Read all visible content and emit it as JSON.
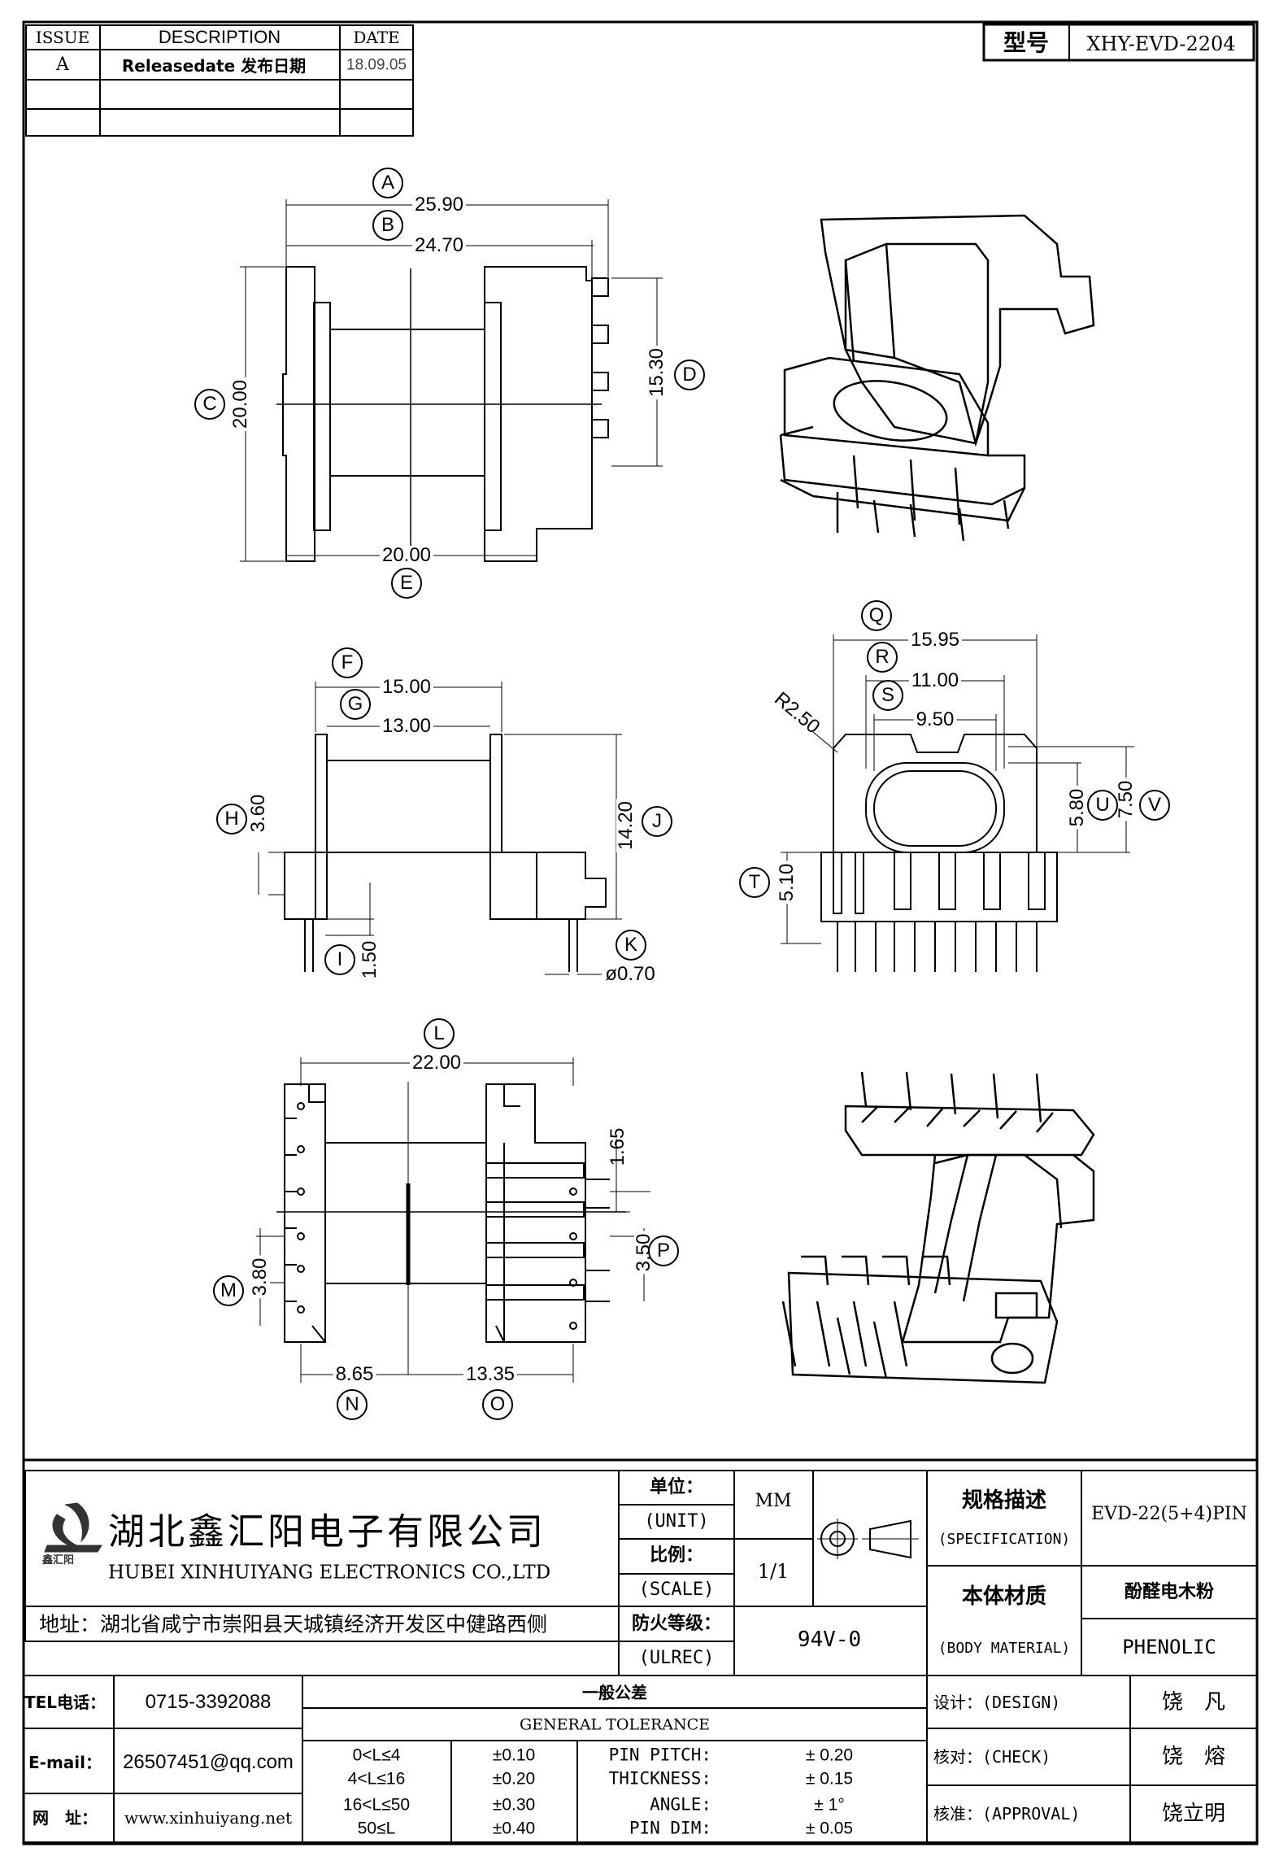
{
  "revision_table": {
    "headers": [
      "ISSUE",
      "DESCRIPTION",
      "DATE"
    ],
    "rows": [
      {
        "issue": "A",
        "description": "Releasedate 发布日期",
        "date": "18.09.05"
      },
      {
        "issue": "",
        "description": "",
        "date": ""
      },
      {
        "issue": "",
        "description": "",
        "date": ""
      }
    ]
  },
  "model": {
    "label": "型号",
    "value": "XHY-EVD-2204"
  },
  "dimensions": {
    "A": "25.90",
    "B": "24.70",
    "C": "20.00",
    "D": "15.30",
    "E": "20.00",
    "F": "15.00",
    "G": "13.00",
    "H": "3.60",
    "I": "1.50",
    "J": "14.20",
    "K": "ø0.70",
    "Q": "15.95",
    "R": "11.00",
    "S": "9.50",
    "R_radius": "R2.50",
    "T": "5.10",
    "U": "5.80",
    "V": "7.50",
    "L": "22.00",
    "M": "3.80",
    "N": "8.65",
    "O": "13.35",
    "P": "3.50",
    "pin_offset": "1.65"
  },
  "balloons": [
    "A",
    "B",
    "C",
    "D",
    "E",
    "F",
    "G",
    "H",
    "I",
    "J",
    "K",
    "Q",
    "R",
    "S",
    "T",
    "U",
    "V",
    "L",
    "M",
    "N",
    "O",
    "P"
  ],
  "company": {
    "name_cn": "湖北鑫汇阳电子有限公司",
    "name_en": "HUBEI XINHUIYANG ELECTRONICS CO.,LTD",
    "logo_text": "鑫汇阳",
    "address": "地址：湖北省咸宁市崇阳县天城镇经济开发区中健路西侧",
    "tel_label": "TEL电话：",
    "tel": "0715-3392088",
    "email_label": "E-mail：",
    "email": "26507451@qq.com",
    "web_label": "网　址：",
    "web": "www.xinhuiyang.net"
  },
  "spec_block": {
    "unit_cn": "单位：",
    "unit_en": "(UNIT)",
    "unit_value": "MM",
    "scale_cn": "比例：",
    "scale_en": "(SCALE)",
    "scale_value": "1/1",
    "fire_cn": "防火等级：",
    "fire_en": "(ULREC)",
    "fire_value": "94V-0",
    "spec_cn": "规格描述",
    "spec_en": "(SPECIFICATION)",
    "spec_value": "EVD-22(5+4)PIN",
    "material_cn": "本体材质",
    "material_en": "(BODY MATERIAL)",
    "material_value_cn": "酚醛电木粉",
    "material_value_en": "PHENOLIC"
  },
  "tolerance": {
    "title_cn": "一般公差",
    "title_en": "GENERAL TOLERANCE",
    "ranges": [
      {
        "range": "0<L≤4",
        "tol": "±0.10"
      },
      {
        "range": "4<L≤16",
        "tol": "±0.20"
      },
      {
        "range": "16<L≤50",
        "tol": "±0.30"
      },
      {
        "range": "50≤L",
        "tol": "±0.40"
      }
    ],
    "items": [
      {
        "name": "PIN PITCH:",
        "tol": "± 0.20"
      },
      {
        "name": "THICKNESS:",
        "tol": "± 0.15"
      },
      {
        "name": "ANGLE:",
        "tol": "± 1°"
      },
      {
        "name": "PIN DIM:",
        "tol": "± 0.05"
      }
    ]
  },
  "approvals": [
    {
      "role": "设计：(DESIGN)",
      "name": "饶　凡"
    },
    {
      "role": "核对：(CHECK)",
      "name": "饶　熔"
    },
    {
      "role": "核准：(APPROVAL)",
      "name": "饶立明"
    }
  ]
}
